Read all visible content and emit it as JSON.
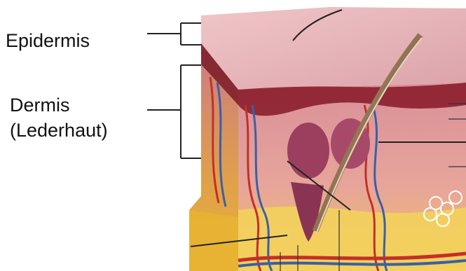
{
  "labels": {
    "epidermis": "Epidermis",
    "dermis": "Dermis",
    "dermis_sub": "(Lederhaut)"
  },
  "colors": {
    "epidermis_top": "#e9b9bd",
    "dermis": "#d9909a",
    "basal_layer": "#8b1e2c",
    "subcutis": "#f3d35a",
    "hair": "#7a5a3a",
    "vessel_red": "#c2302a",
    "vessel_blue": "#3b5fa8",
    "gland": "#9c3f5e"
  },
  "icons": [
    "skin-cross-section-illustration"
  ]
}
